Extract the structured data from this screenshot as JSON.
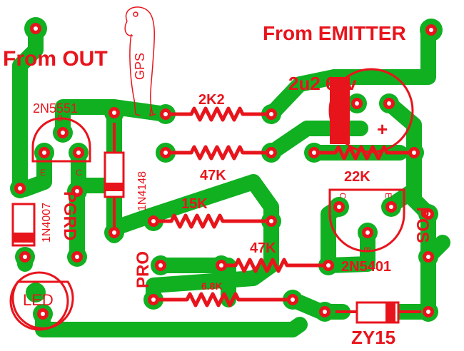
{
  "labels": {
    "from_out": "From OUT",
    "from_emitter": "From EMITTER",
    "gps": "GPS",
    "transistor_top": "2N5551",
    "transistor_top_b": "B",
    "transistor_top_e": "E",
    "transistor_top_c": "C",
    "diode_1n4148": "1N4148",
    "diode_1n4007": "1N4007",
    "pgrd": "PGRD",
    "pro": "PRO",
    "pos": "POS",
    "led": "LED",
    "r_2k2": "2K2",
    "r_47k_a": "47K",
    "r_15k": "15K",
    "r_47k_b": "47K",
    "r_6k8": "6.8K",
    "r_22k": "22K",
    "cap": "2u2 63v",
    "cap_plus": "+",
    "transistor_bottom": "2N5401",
    "transistor_bottom_c": "C",
    "transistor_bottom_e": "E",
    "transistor_bottom_b": "B",
    "zener": "ZY15"
  },
  "colors": {
    "trace": "#10b021",
    "silk": "#e8141c",
    "pad_hole": "#ffffff",
    "background": "#ffffff"
  }
}
